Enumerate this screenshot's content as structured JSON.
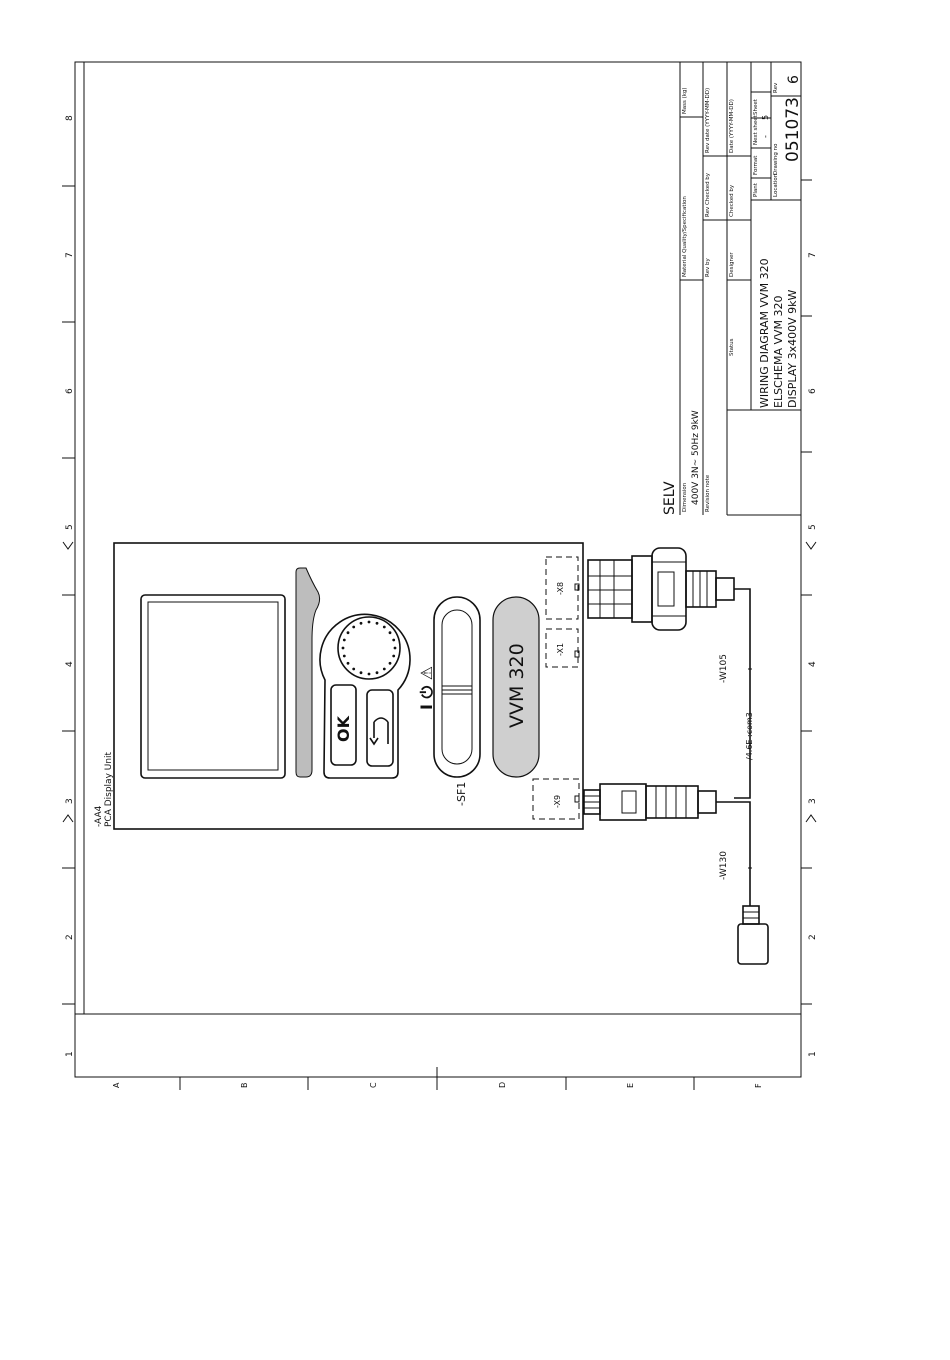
{
  "frame": {
    "columns": [
      "1",
      "2",
      "3",
      "4",
      "5",
      "6",
      "7",
      "8"
    ],
    "rows": [
      "A",
      "B",
      "C",
      "D",
      "E",
      "F"
    ]
  },
  "unit": {
    "ref": "-AA4",
    "name": "PCA Display Unit",
    "brand_label": "VVM 320",
    "ok_label": "OK",
    "switch_ref": "-SF1",
    "switch_symbols": "I ⏻ ⚠"
  },
  "connectors": {
    "x8": "-X8",
    "x1": "-X1",
    "x9": "-X9"
  },
  "cables": {
    "w105": "-W105",
    "w130": "-W130",
    "note": "/4.6E  :com3"
  },
  "title_block": {
    "selv": "SELV",
    "dimension_label": "Dimension",
    "dimension_value": "400V 3N~ 50Hz 9kW",
    "revision_note_label": "Revision note",
    "material_label": "Material Quality/Specification",
    "mass_label": "Mass (kg)",
    "rev_by_label": "Rev by",
    "rev_checked_label": "Rev Checked by",
    "rev_date_label": "Rev date (YYYY-MM-DD)",
    "status_label": "Status",
    "designer_label": "Designer",
    "checked_label": "Checked by",
    "date_label": "Date (YYYY-MM-DD)",
    "plant_label": "Plant",
    "format_label": "Format",
    "next_sheet_label": "Next sheet",
    "next_sheet_value": "-",
    "sheet_label": "Sheet",
    "sheet_value": "5",
    "location_label": "Location",
    "drawing_no_label": "Drawing no",
    "drawing_no": "051073",
    "rev_label": "Rev",
    "rev_value": "6",
    "title_line1": "WIRING DIAGRAM VVM 320",
    "title_line2": "ELSCHEMA VVM 320",
    "title_line3": "DISPLAY 3x400V 9kW"
  }
}
